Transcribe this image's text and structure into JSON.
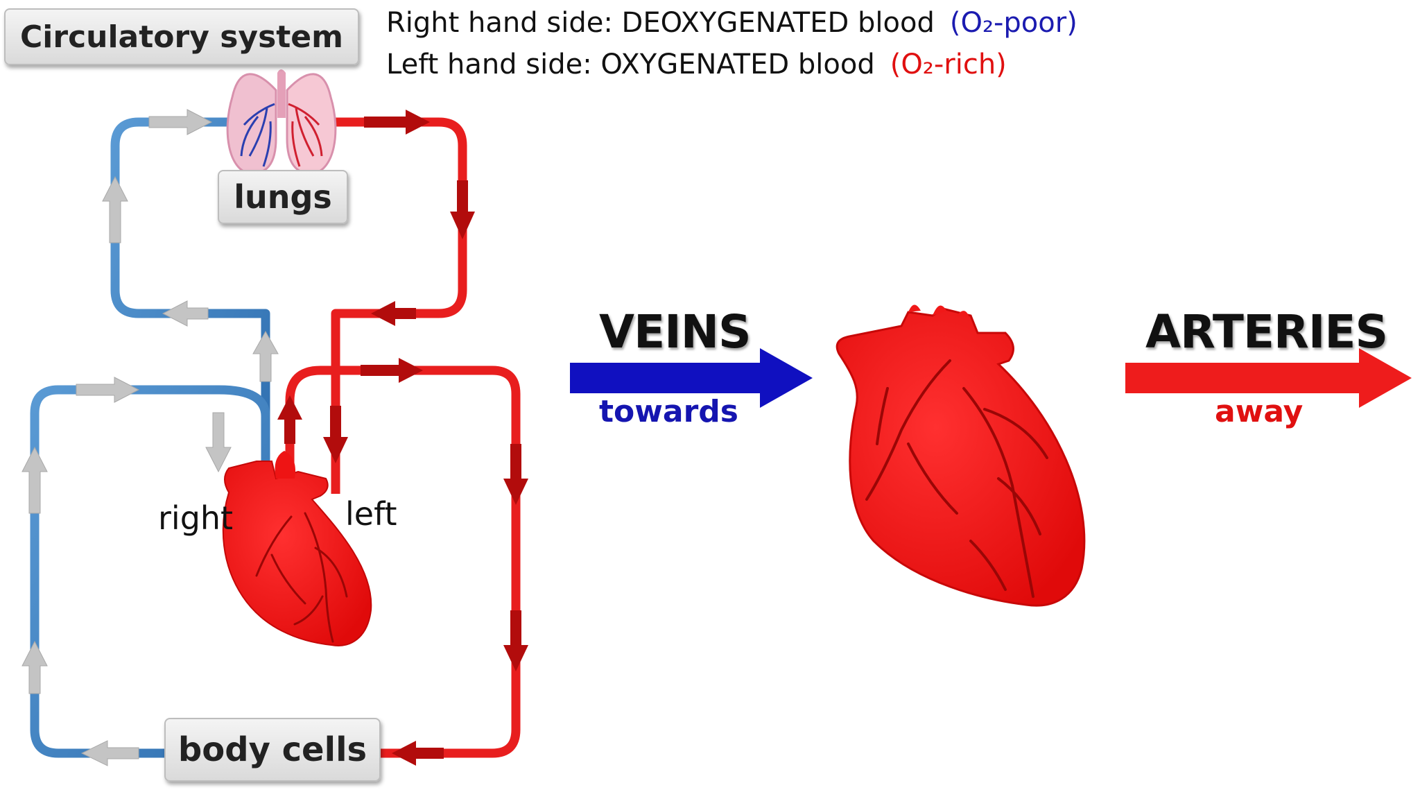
{
  "title": "Circulatory system",
  "legend": {
    "right_prefix": "Right hand side: DEOXYGENATED blood",
    "right_tag": "(O₂-poor)",
    "left_prefix": "Left hand side: OXYGENATED blood",
    "left_tag": "(O₂-rich)"
  },
  "nodes": {
    "lungs": "lungs",
    "body_cells": "body cells",
    "right": "right",
    "left": "left"
  },
  "veins": {
    "label": "VEINS",
    "sub": "towards"
  },
  "arteries": {
    "label": "ARTERIES",
    "sub": "away"
  },
  "colors": {
    "deoxygenated": "#3a7fc2",
    "oxygenated": "#e81e1e",
    "heart": "#f01212",
    "veins_arrow": "#1010c0",
    "arteries_arrow": "#ee1c1c",
    "towards_text": "#1515b0",
    "away_text": "#e01010",
    "flow_arrow_grey": "#c4c4c4",
    "flow_arrow_dark_red": "#b20c0c"
  }
}
